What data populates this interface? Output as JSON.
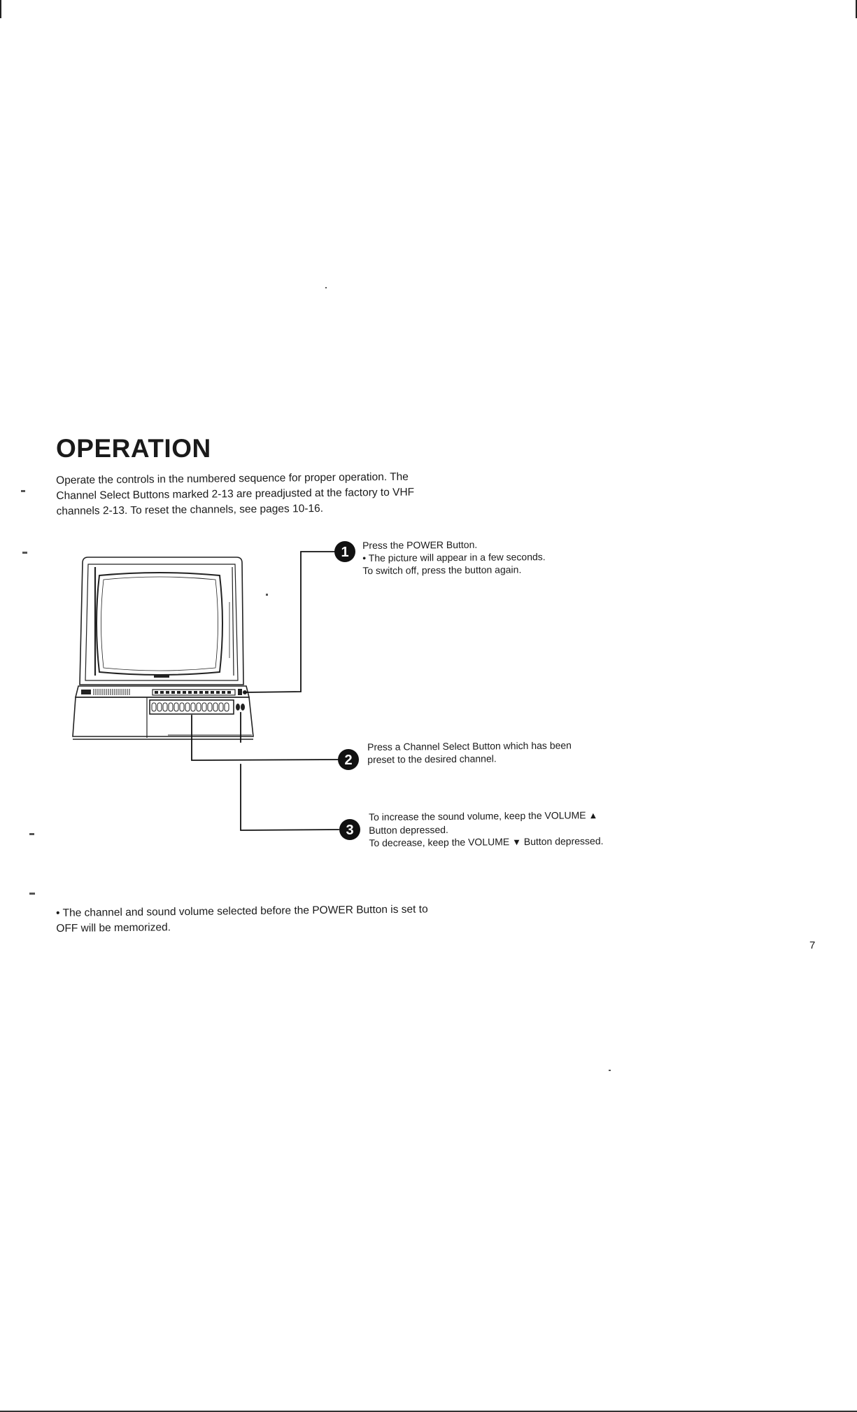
{
  "title": "OPERATION",
  "intro": "Operate the controls in the numbered sequence for proper operation. The Channel Select Buttons marked 2-13 are preadjusted at the factory to VHF channels 2-13. To reset the channels, see pages 10-16.",
  "steps": [
    {
      "number": "1",
      "lines": [
        "Press the POWER Button.",
        "• The picture will appear in a few seconds.",
        "To switch off, press the button again."
      ]
    },
    {
      "number": "2",
      "lines": [
        "Press a Channel Select Button which has been",
        "preset to the desired channel."
      ]
    },
    {
      "number": "3",
      "line1_a": "To increase the sound volume, keep the VOLUME",
      "up_symbol": "▲",
      "line2": "Button depressed.",
      "line3_a": "To decrease, keep the VOLUME",
      "down_symbol": "▼",
      "line3_b": "Button depressed."
    }
  ],
  "note": "• The channel and sound volume selected before the POWER Button is set to OFF will be memorized.",
  "page_number": "7"
}
